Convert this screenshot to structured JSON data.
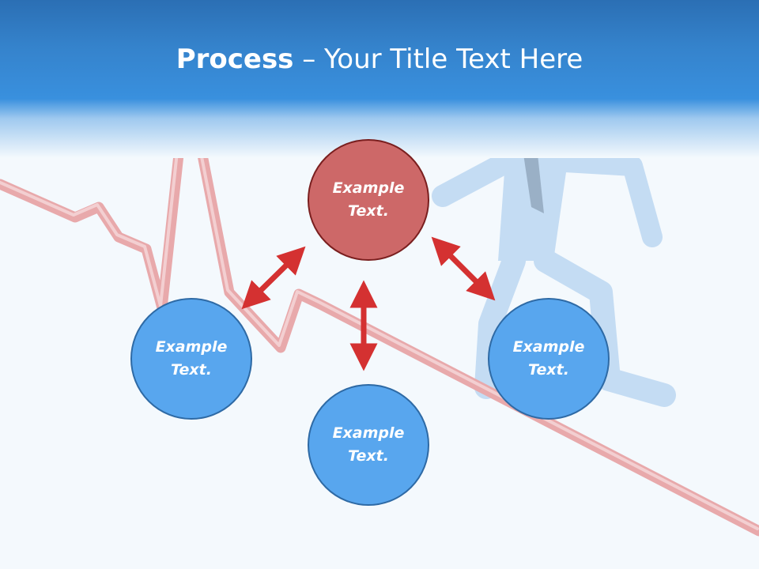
{
  "title": {
    "bold": "Process",
    "rest": " – Your Title Text Here"
  },
  "nodes": [
    {
      "id": "top",
      "label": "Example Text.",
      "style": "red"
    },
    {
      "id": "left",
      "label": "Example Text.",
      "style": "blue"
    },
    {
      "id": "bottom",
      "label": "Example Text.",
      "style": "blue"
    },
    {
      "id": "right",
      "label": "Example Text.",
      "style": "blue"
    }
  ],
  "colors": {
    "header": "#3990de",
    "node_red": "#cd6868",
    "node_blue": "#58a6ee",
    "arrow": "#d43131",
    "pulse_line": "#e6a3a6",
    "figure": "#bcd8f2"
  }
}
